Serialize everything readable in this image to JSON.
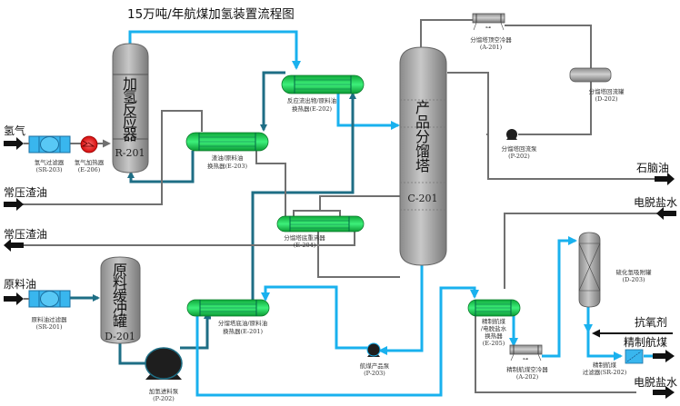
{
  "title": "15万吨/年航煤加氢装置流程图",
  "colors": {
    "gray_line": "#707070",
    "teal_line": "#1e6e85",
    "blue_line": "#19b1ee",
    "exchanger_green": "#1fc24a",
    "vessel_gray": "#a8a8a8",
    "filter_blue": "#39b6ee",
    "heater_red": "#e41a1a"
  },
  "streams": {
    "hydrogen_in": "氢气",
    "residue_in": "常压渣油",
    "residue_out": "常压渣油",
    "feed_oil_in": "原料油",
    "naphtha_out": "石脑油",
    "desalted_water_in": "电脱盐水",
    "antioxidant_in": "抗氧剂",
    "refined_jet_fuel_out": "精制航煤",
    "desalted_water_out": "电脱盐水"
  },
  "equipment": {
    "reactor": {
      "name_chars": [
        "加",
        "氢",
        "反",
        "应",
        "器"
      ],
      "tag": "R-201"
    },
    "fractionator": {
      "name_chars": [
        "产",
        "品",
        "分",
        "馏",
        "塔"
      ],
      "tag": "C-201"
    },
    "feed_drum": {
      "name_chars": [
        "原",
        "料",
        "缓",
        "冲",
        "罐"
      ],
      "tag": "D-201"
    },
    "h2_filter": {
      "name": "氢气过滤器",
      "tag": "(SR-203)"
    },
    "h2_heater": {
      "name": "氢气加热器",
      "tag": "(E-206)"
    },
    "feed_filter": {
      "name": "原料油过滤器",
      "tag": "(SR-201)"
    },
    "feed_pump": {
      "name": "加氢进料泵",
      "tag": "(P-202)"
    },
    "e201": {
      "name": "分馏塔底油/原料油",
      "tag": "换热器(E-201)"
    },
    "e202": {
      "name": "反应流出物/原料油",
      "tag": "换热器(E-202)"
    },
    "e203": {
      "name": "渣油/原料油",
      "tag": "换热器(E-203)"
    },
    "e204": {
      "name": "分馏塔底重沸器",
      "tag": "(E-204)"
    },
    "e205": {
      "name_lines": [
        "精制航煤",
        "/电脱盐水",
        "换热器"
      ],
      "tag": "(E-205)"
    },
    "a201": {
      "name": "分馏塔顶空冷器",
      "tag": "(A-201)"
    },
    "a202": {
      "name": "精制航煤空冷器",
      "tag": "(A-202)"
    },
    "d202": {
      "name": "分馏塔回流罐",
      "tag": "(D-202)"
    },
    "p202_reflux": {
      "name": "分馏塔回流泵",
      "tag": "(P-202)"
    },
    "p203": {
      "name": "航煤产品泵",
      "tag": "(P-203)"
    },
    "d203": {
      "name": "硫化氢吸附罐",
      "tag": "(D-203)"
    },
    "sr202": {
      "name": "精制航煤",
      "tag": "过滤器(SR-202)"
    }
  }
}
